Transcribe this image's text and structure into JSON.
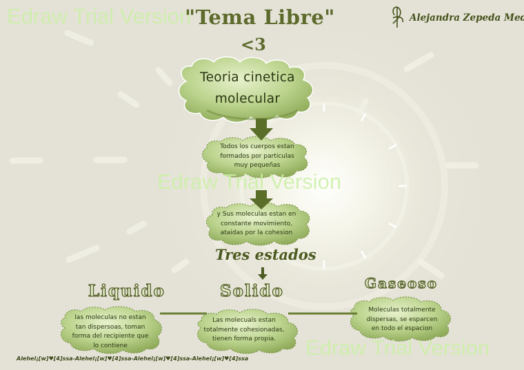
{
  "header": {
    "title": "\"Tema Libre\"",
    "heart": "<3",
    "author": "Alejandra Zepeda Medina"
  },
  "watermark": "Edraw Trial Version",
  "nodes": {
    "main": [
      "Teoria cinetica",
      "molecular"
    ],
    "step1": [
      "Todos los cuerpos estan",
      "formados por particulas",
      "muy pequeñas"
    ],
    "step2": [
      "y Sus moleculas estan en",
      "constante movimiento,",
      "ataidas por la cohesion"
    ],
    "states_title": "Tres estados",
    "liquid_label": "Liquido",
    "solid_label": "Solido",
    "gas_label": "Gaseoso",
    "liquid_desc": [
      "las moleculas no estan",
      "tan dispersoas, toman",
      "forma del recipiente que",
      "lo contiene"
    ],
    "solid_desc": [
      "Las molecuals estan",
      "totalmente cohesionadas,",
      "tienen forma propia."
    ],
    "gas_desc": [
      "Moleculas totalmente",
      "dispersas, se esparcen",
      "en todo el espacion"
    ]
  },
  "footer": "Alehel¡[w]♥[4]ssa-Alehel¡[w]♥[4]ssa-Alehel¡[w]♥[4]ssa-Alehel¡[w]♥[4]ssa",
  "colors": {
    "background": "#e4e2d6",
    "cloud_fill": "#b5cd87",
    "cloud_dark": "#7f9a4a",
    "arrow": "#5a6e2a",
    "title": "#5d6a2c",
    "watermark": "#ccf0a8"
  },
  "icons": [
    "down-arrow-icon",
    "signature-logo-icon"
  ]
}
